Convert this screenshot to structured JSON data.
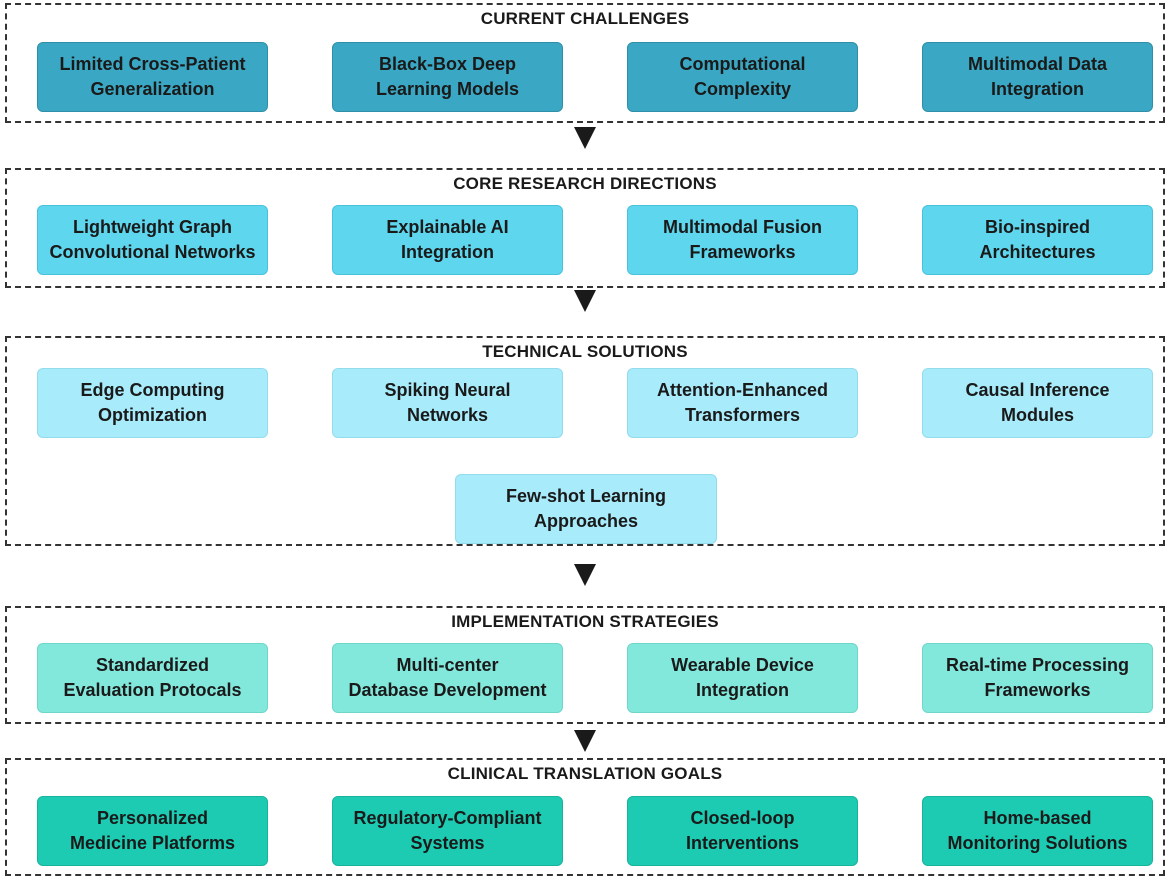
{
  "sections": [
    {
      "title": "CURRENT CHALLENGES",
      "items": [
        "Limited Cross-Patient\nGeneralization",
        "Black-Box Deep\nLearning Models",
        "Computational\nComplexity",
        "Multimodal Data\nIntegration"
      ]
    },
    {
      "title": "CORE RESEARCH DIRECTIONS",
      "items": [
        "Lightweight Graph\nConvolutional Networks",
        "Explainable AI\nIntegration",
        "Multimodal Fusion\nFrameworks",
        "Bio-inspired\nArchitectures"
      ]
    },
    {
      "title": "TECHNICAL SOLUTIONS",
      "items": [
        "Edge Computing\nOptimization",
        "Spiking Neural\nNetworks",
        "Attention-Enhanced\nTransformers",
        "Causal Inference\nModules",
        "Few-shot Learning\nApproaches"
      ]
    },
    {
      "title": "IMPLEMENTATION STRATEGIES",
      "items": [
        "Standardized\nEvaluation Protocals",
        "Multi-center\nDatabase Development",
        "Wearable Device\nIntegration",
        "Real-time Processing\nFrameworks"
      ]
    },
    {
      "title": "CLINICAL TRANSLATION GOALS",
      "items": [
        "Personalized\nMedicine Platforms",
        "Regulatory-Compliant\nSystems",
        "Closed-loop\nInterventions",
        "Home-based\nMonitoring Solutions"
      ]
    }
  ],
  "colors": {
    "challenges": "#3aa8c4",
    "research": "#5dd6ee",
    "solutions": "#a8ecfb",
    "implementation": "#83e8dc",
    "clinical": "#1ccbb2",
    "border": "#333333",
    "arrow": "#1a1a1a"
  }
}
